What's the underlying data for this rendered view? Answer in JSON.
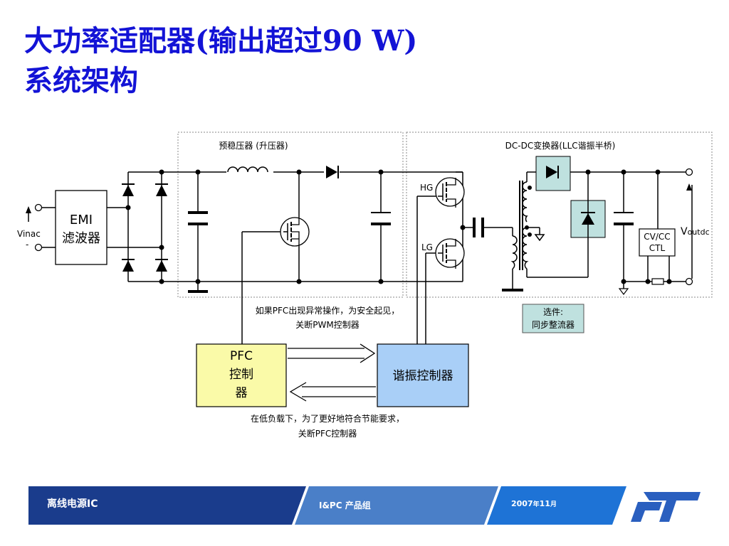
{
  "title": {
    "line1": "大功率适配器(输出超过90 W)",
    "line2": "系统架构"
  },
  "diagram": {
    "pfc_stage_label": "预稳压器 (升压器)",
    "llc_stage_label": "DC-DC变换器(LLC谐振半桥)",
    "emi_line1": "EMI",
    "emi_line2": "滤波器",
    "vinac": "Vinac",
    "hg": "HG",
    "lg": "LG",
    "cvcc_line1": "CV/CC",
    "cvcc_line2": "CTL",
    "voutdc_v": "V",
    "voutdc_sub": "outdc",
    "optional_line1": "选件:",
    "optional_line2": "同步整流器",
    "pfc_ctrl_line1": "PFC",
    "pfc_ctrl_line2": "控制",
    "pfc_ctrl_line3": "器",
    "llc_ctrl": "谐振控制器",
    "note_top_line1": "如果PFC出现异常操作，为安全起见，",
    "note_top_line2": "关断PWM控制器",
    "note_bottom_line1": "在低负载下，为了更好地符合节能要求，",
    "note_bottom_line2": "关断PFC控制器"
  },
  "footer": {
    "seg1": "离线电源IC",
    "seg2": "I&PC 产品组",
    "seg3_year": "2007",
    "seg3_nian": "年",
    "seg3_month": "11",
    "seg3_yue": "月",
    "colors": {
      "dark": "#1a3c8c",
      "mid": "#4a7fc8",
      "light": "#1e73d6",
      "logo": "#2a5fbf"
    }
  }
}
